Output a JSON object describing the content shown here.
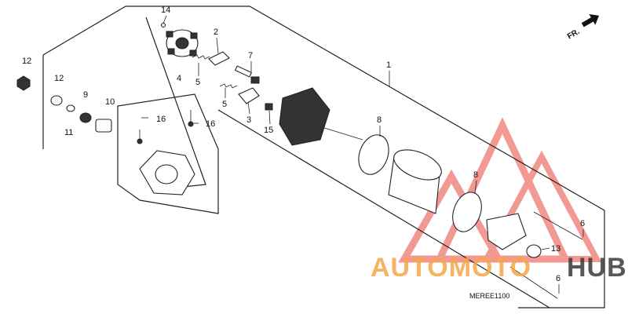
{
  "diagram": {
    "callouts": [
      {
        "id": "c14",
        "text": "14"
      },
      {
        "id": "c2",
        "text": "2"
      },
      {
        "id": "c7",
        "text": "7"
      },
      {
        "id": "c4",
        "text": "4"
      },
      {
        "id": "c5a",
        "text": "5"
      },
      {
        "id": "c5b",
        "text": "5"
      },
      {
        "id": "c3",
        "text": "3"
      },
      {
        "id": "c15",
        "text": "15"
      },
      {
        "id": "c1",
        "text": "1"
      },
      {
        "id": "c12a",
        "text": "12"
      },
      {
        "id": "c12b",
        "text": "12"
      },
      {
        "id": "c11",
        "text": "11"
      },
      {
        "id": "c9",
        "text": "9"
      },
      {
        "id": "c10",
        "text": "10"
      },
      {
        "id": "c16a",
        "text": "16"
      },
      {
        "id": "c16b",
        "text": "16"
      },
      {
        "id": "c8a",
        "text": "8"
      },
      {
        "id": "c8b",
        "text": "8"
      },
      {
        "id": "c6a",
        "text": "6"
      },
      {
        "id": "c6b",
        "text": "6"
      },
      {
        "id": "c13",
        "text": "13"
      }
    ],
    "direction_label": "FR.",
    "reference_code": "MEREE1100"
  },
  "watermark": {
    "text_left": "AUTOMOTO",
    "text_right": "HUB",
    "color_red": "#e8463c",
    "color_orange": "#f5a64a",
    "color_dark": "#3a3a3a"
  }
}
